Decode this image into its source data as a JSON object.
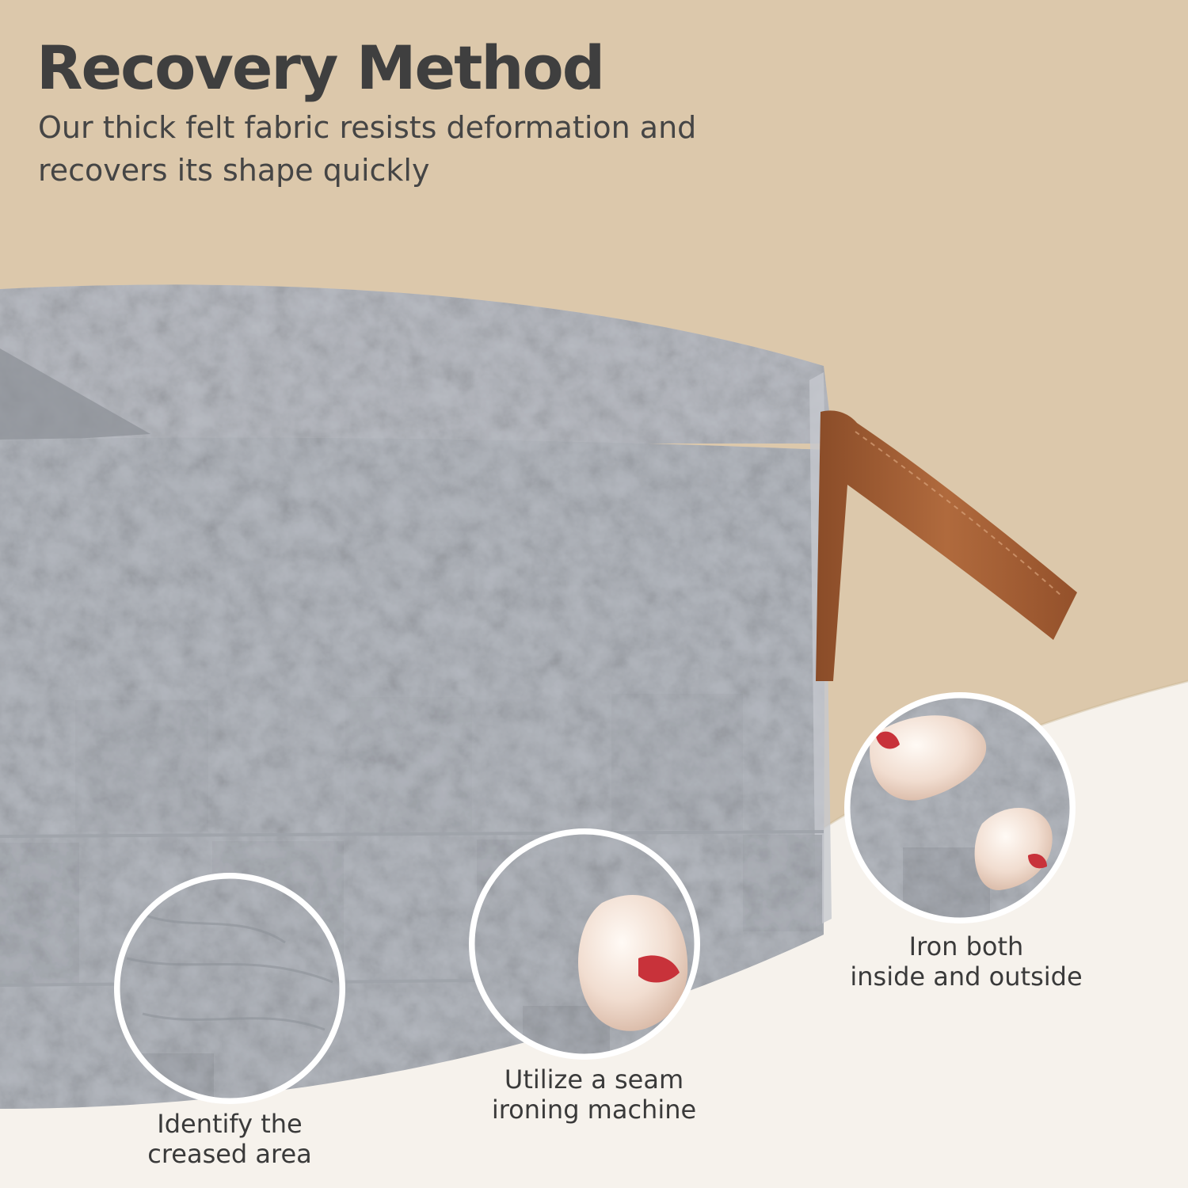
{
  "header": {
    "title": "Recovery Method",
    "subtitle": "Our thick felt fabric resists deformation and recovers its shape quickly"
  },
  "steps": [
    {
      "line1": "Identify the",
      "line2": "creased area"
    },
    {
      "line1": "Utilize a seam",
      "line2": "ironing machine"
    },
    {
      "line1": "Iron both",
      "line2": "inside and outside"
    }
  ],
  "colors": {
    "background_top": "#dcc8ab",
    "background_bottom": "#f6f2ec",
    "felt_gray": "#b3b7be",
    "leather_handle": "#a9643a",
    "iron_accent": "#c8323a"
  }
}
